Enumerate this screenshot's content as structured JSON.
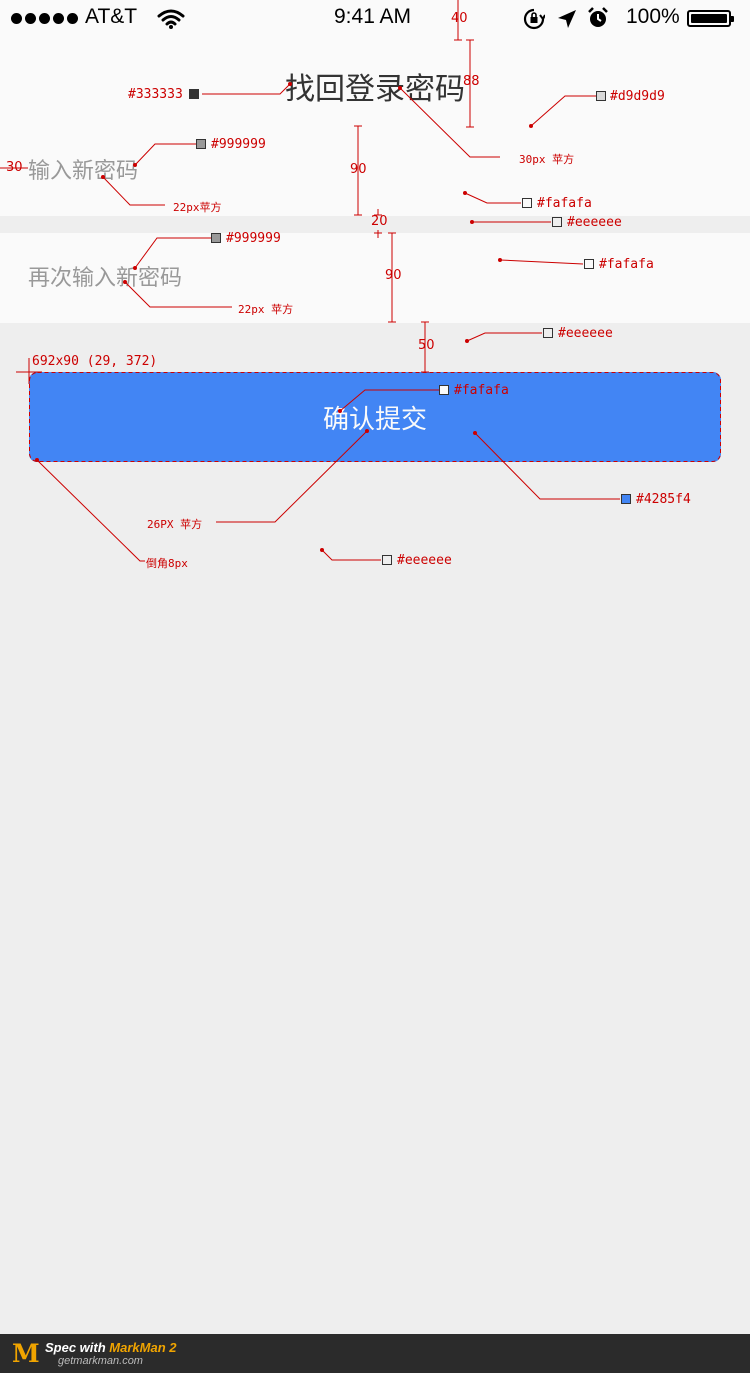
{
  "status_bar": {
    "carrier": "AT&T",
    "time": "9:41 AM",
    "battery": "100%",
    "icons": [
      "signal-dots-icon",
      "wifi-icon",
      "orientation-lock-icon",
      "location-arrow-icon",
      "alarm-icon",
      "battery-icon"
    ]
  },
  "nav": {
    "title": "找回登录密码"
  },
  "form": {
    "new_password_placeholder": "输入新密码",
    "confirm_password_placeholder": "再次输入新密码",
    "submit_label": "确认提交"
  },
  "colors": {
    "background": "#eeeeee",
    "surface": "#fafafa",
    "title_text": "#333333",
    "placeholder_text": "#999999",
    "divider": "#d9d9d9",
    "button": "#4285f4",
    "button_text": "#fafafa"
  },
  "annotations": {
    "title_color": "#333333",
    "divider_color": "#d9d9d9",
    "title_font": "30px  苹方",
    "placeholder1_color": "#999999",
    "placeholder1_font": "22px苹方",
    "row1_bg": "#fafafa",
    "gap1_bg": "#eeeeee",
    "row2_bg": "#fafafa",
    "placeholder2_color": "#999999",
    "placeholder2_font": "22px  苹方",
    "gap2_bg": "#eeeeee",
    "button_size": "692x90 (29, 372)",
    "button_text_color": "#fafafa",
    "button_color": "#4285f4",
    "button_font": "26PX   苹方",
    "button_radius": "倒角8px",
    "page_bg": "#eeeeee",
    "m_status": "40",
    "m_nav": "88",
    "m_row1": "90",
    "m_left": "30",
    "m_gap1": "20",
    "m_row2": "90",
    "m_gap2": "50"
  },
  "footer": {
    "logo": "M",
    "spec_with": "Spec with ",
    "brand": "MarkMan 2",
    "url": "getmarkman.com"
  }
}
